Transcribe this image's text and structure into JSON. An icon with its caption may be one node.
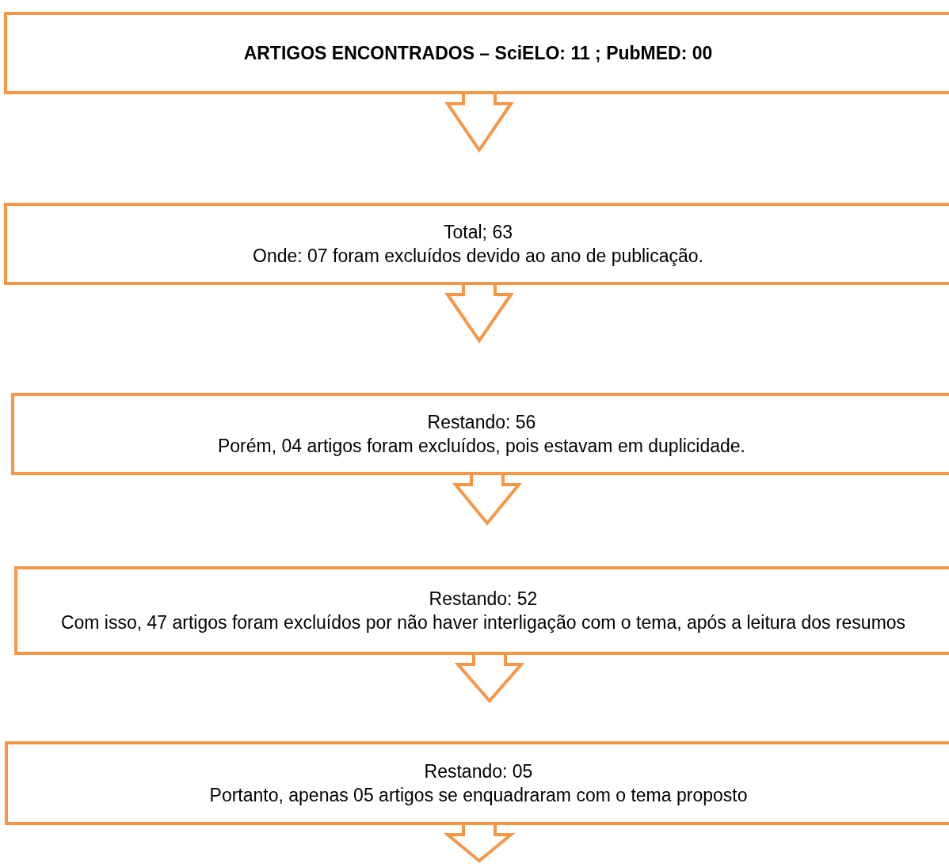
{
  "diagram": {
    "nodes": [
      {
        "text": [
          "ARTIGOS ENCONTRADOS – SciELO: 11 ; PubMED: 00"
        ]
      },
      {
        "text": [
          "Total; 63",
          "Onde: 07 foram excluídos devido ao ano de publicação."
        ]
      },
      {
        "text": [
          "Restando: 56",
          "Porém, 04 artigos foram excluídos, pois estavam em duplicidade."
        ]
      },
      {
        "text": [
          "Restando: 52",
          "Com isso, 47 artigos  foram excluídos por não haver interligação com o tema, após a leitura dos resumos"
        ]
      },
      {
        "text": [
          "Restando: 05",
          "Portanto, apenas 05 artigos se enquadraram com o tema proposto"
        ]
      }
    ],
    "edges": [
      {
        "from": 0,
        "to": 1,
        "arrow": "to"
      },
      {
        "from": 1,
        "to": 2,
        "arrow": "to"
      },
      {
        "from": 2,
        "to": 3,
        "arrow": "to"
      },
      {
        "from": 3,
        "to": 4,
        "arrow": "to"
      },
      {
        "from": 4,
        "to": null,
        "arrow": "to"
      }
    ]
  }
}
